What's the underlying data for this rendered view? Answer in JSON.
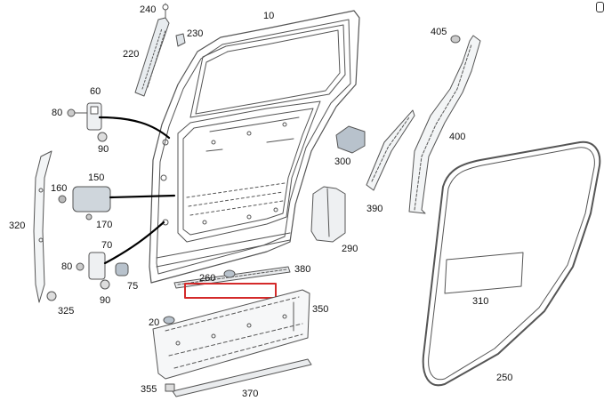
{
  "diagram": {
    "highlight_color": "#d42a2a",
    "line_color": "#555555",
    "fill_gray": "#b8c2cc",
    "labels": {
      "p10": "10",
      "p20": "20",
      "p60": "60",
      "p70": "70",
      "p75": "75",
      "p80a": "80",
      "p80b": "80",
      "p90a": "90",
      "p90b": "90",
      "p150": "150",
      "p160": "160",
      "p170": "170",
      "p220": "220",
      "p230": "230",
      "p240": "240",
      "p250": "250",
      "p260": "260",
      "p290": "290",
      "p300": "300",
      "p310": "310",
      "p320": "320",
      "p325": "325",
      "p350": "350",
      "p355": "355",
      "p370": "370",
      "p380": "380",
      "p390": "390",
      "p400": "400",
      "p405": "405"
    }
  }
}
